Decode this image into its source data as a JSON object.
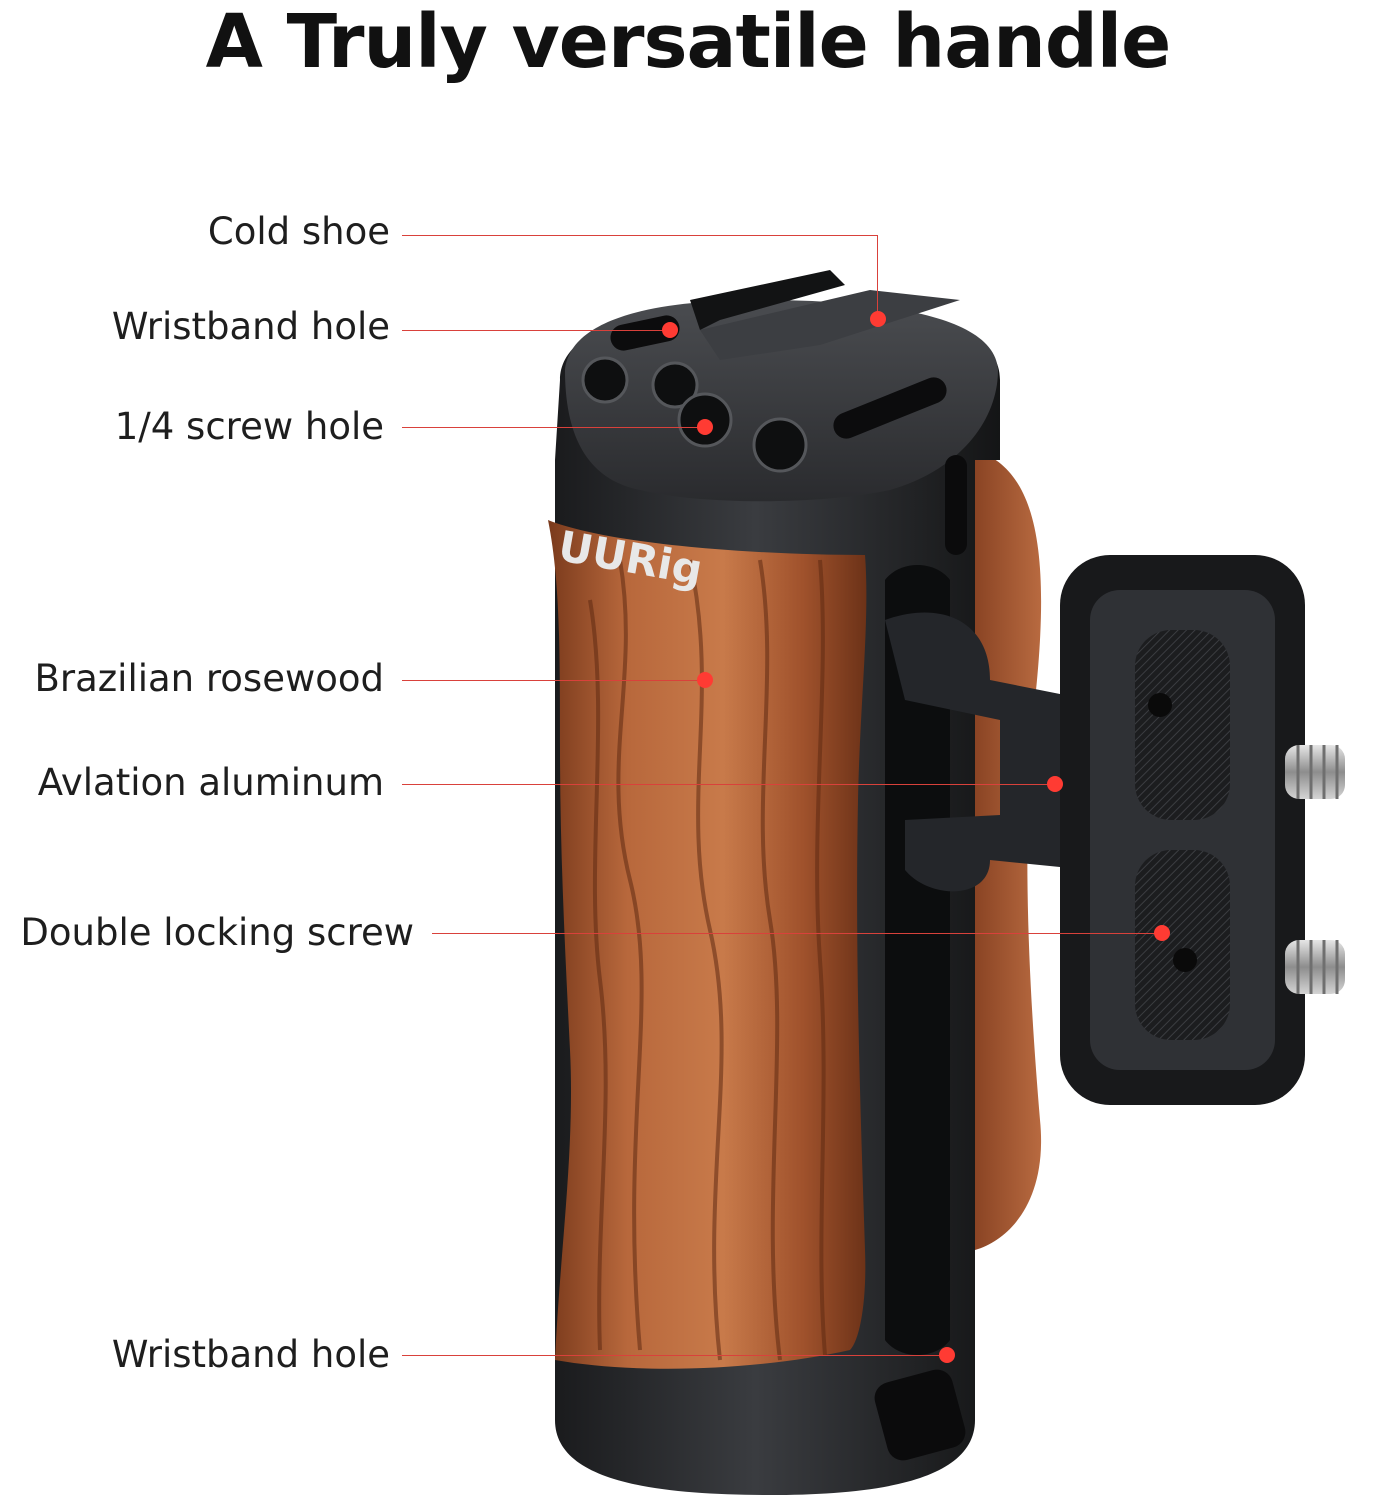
{
  "title": "A Truly versatile handle",
  "brand_logo": "UURig",
  "colors": {
    "accent_red": "#ff3b33",
    "leader_red": "#d9413b",
    "metal": "#2a2b2e",
    "wood": "#b5643a"
  },
  "callouts": [
    {
      "id": "cold-shoe",
      "label": "Cold shoe"
    },
    {
      "id": "wristband-hole-top",
      "label": "Wristband hole"
    },
    {
      "id": "screw-hole",
      "label": "1/4 screw hole"
    },
    {
      "id": "rosewood",
      "label": "Brazilian rosewood"
    },
    {
      "id": "aluminum",
      "label": "Avlation aluminum"
    },
    {
      "id": "locking-screw",
      "label": "Double locking screw"
    },
    {
      "id": "wristband-hole-bottom",
      "label": "Wristband hole"
    }
  ]
}
